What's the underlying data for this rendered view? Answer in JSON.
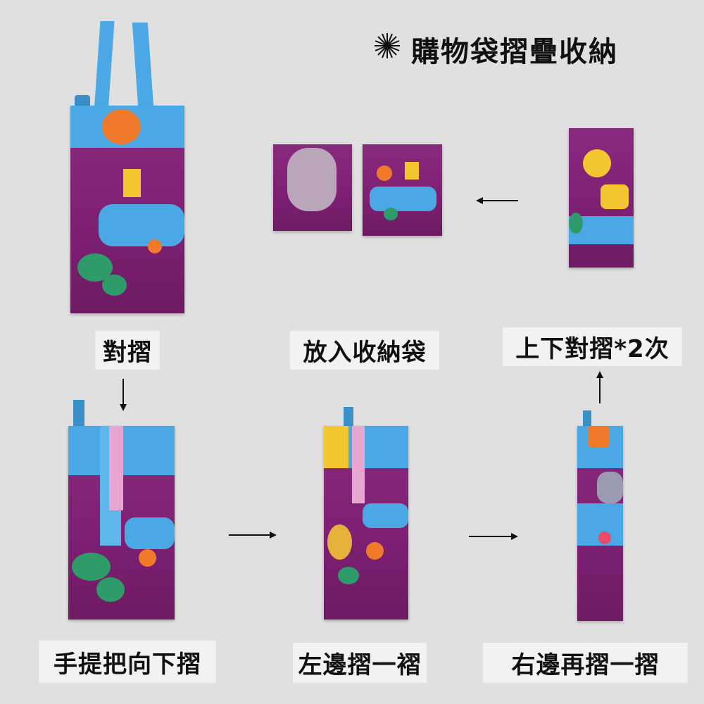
{
  "title": {
    "icon": "sunburst-icon",
    "text": "購物袋摺疊收納"
  },
  "steps": [
    {
      "label": "對摺"
    },
    {
      "label": "放入收納袋"
    },
    {
      "label": "上下對摺*2次"
    },
    {
      "label": "手提把向下摺"
    },
    {
      "label": "左邊摺一褶"
    },
    {
      "label": "右邊再摺一摺"
    }
  ],
  "colors": {
    "background": "#e0e0e0",
    "label_bg": "#f2f2f2",
    "bag_purple": "#7d1f72",
    "bag_blue": "#4aa9e4"
  }
}
